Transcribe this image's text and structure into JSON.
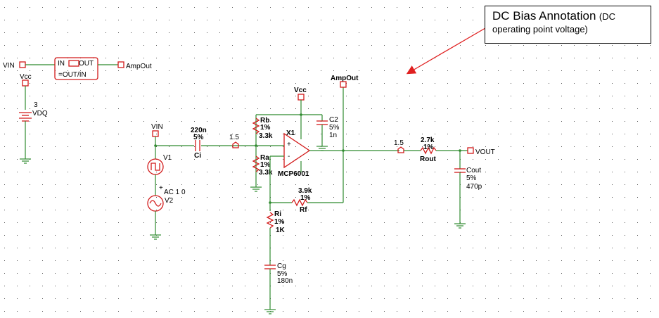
{
  "annotation": {
    "title": "DC Bias Annotation",
    "subtitle_start": "(DC",
    "subtitle_end": "operating point voltage)"
  },
  "colors": {
    "wire": "#2f8a2f",
    "component": "#d21a1a",
    "grid": "#444444",
    "annotation_arrow": "#e02020"
  },
  "header_block": {
    "vin_label": "VIN",
    "func_in": "IN",
    "func_out": "OUT",
    "func_expr": "=OUT/IN",
    "ampout_label": "AmpOut"
  },
  "vdq": {
    "vcc_label": "Vcc",
    "value": "3",
    "name": "VDQ"
  },
  "nets": {
    "vin": "VIN",
    "vcc": "Vcc",
    "ampout": "AmpOut",
    "vout": "VOUT"
  },
  "ci": {
    "value": "220n",
    "tol": "5%",
    "name": "Ci"
  },
  "bias_in": "1.5",
  "bias_out": "1.5",
  "v1": {
    "name": "V1",
    "ac": "AC 1 0",
    "name2": "V2",
    "plus": "+"
  },
  "rb": {
    "name": "Rb",
    "tol": "1%",
    "value": "3.3k"
  },
  "ra": {
    "name": "Ra",
    "tol": "1%",
    "value": "3.3k"
  },
  "opamp": {
    "name": "X1",
    "part": "MCP6001",
    "plus": "+",
    "minus": "-"
  },
  "c2": {
    "name": "C2",
    "tol": "5%",
    "value": "1n"
  },
  "rf": {
    "value": "3.9k",
    "tol": "1%",
    "name": "Rf"
  },
  "ri": {
    "name": "Ri",
    "tol": "1%",
    "value": "1K"
  },
  "cg": {
    "name": "Cg",
    "tol": "5%",
    "value": "180n"
  },
  "rout": {
    "value": "2.7k",
    "tol": "1%",
    "name": "Rout"
  },
  "cout": {
    "name": "Cout",
    "tol": "5%",
    "value": "470p"
  }
}
